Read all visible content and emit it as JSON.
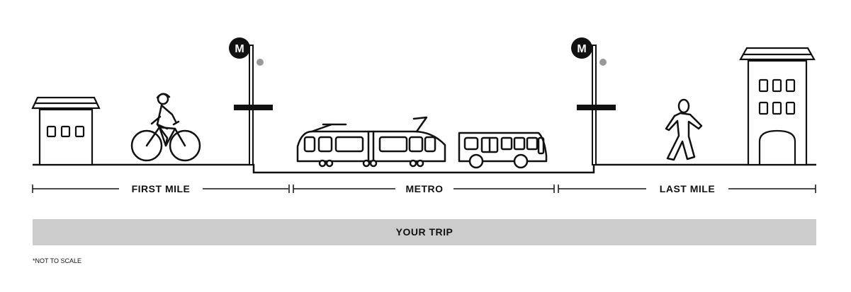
{
  "segments": {
    "first_mile": "FIRST MILE",
    "metro": "METRO",
    "last_mile": "LAST MILE"
  },
  "trip_bar": {
    "label": "YOUR TRIP"
  },
  "footnote": "*NOT TO SCALE",
  "metro_logo_letter": "M",
  "colors": {
    "ink": "#111111",
    "trip_bar": "#cccccc",
    "sign_dot": "#999999",
    "background": "#ffffff"
  },
  "icons": [
    "house-icon",
    "bicyclist-icon",
    "metro-stop-sign-icon",
    "light-rail-train-icon",
    "bus-icon",
    "pedestrian-icon",
    "building-icon"
  ]
}
